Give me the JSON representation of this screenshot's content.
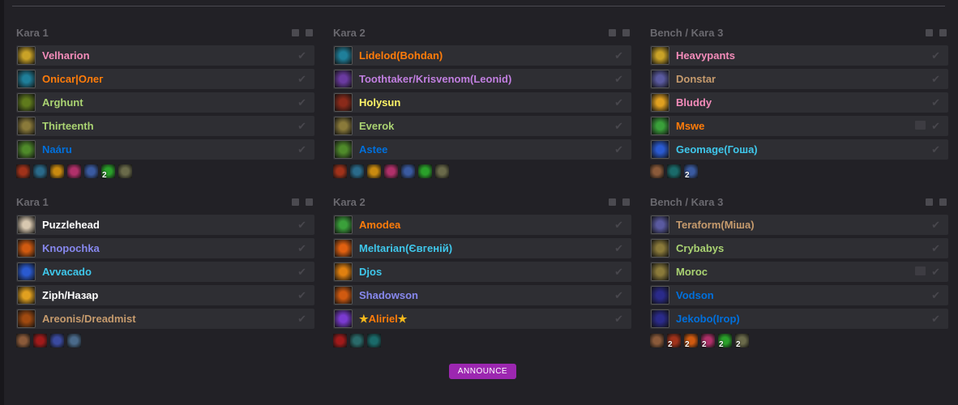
{
  "groups": [
    {
      "title": "Kara 1",
      "players": [
        {
          "name": "Velharion",
          "color": "#F48CBA",
          "icon": "#c9a227"
        },
        {
          "name": "Onicar|Олег",
          "color": "#FF7C0A",
          "icon": "#1f7f9a"
        },
        {
          "name": "Arghunt",
          "color": "#AAD372",
          "icon": "#5f7a1c"
        },
        {
          "name": "Thirteenth",
          "color": "#AAD372",
          "icon": "#8a7a3a"
        },
        {
          "name": "Naáru",
          "color": "#0070DD",
          "icon": "#4f8a2a"
        }
      ],
      "buffs": [
        {
          "color": "#a0321a",
          "count": ""
        },
        {
          "color": "#2a6a8a",
          "count": ""
        },
        {
          "color": "#c98a10",
          "count": ""
        },
        {
          "color": "#b0306a",
          "count": ""
        },
        {
          "color": "#3a5aa0",
          "count": ""
        },
        {
          "color": "#2aa02a",
          "count": "2"
        },
        {
          "color": "#6a6a4a",
          "count": ""
        }
      ]
    },
    {
      "title": "Kara 2",
      "players": [
        {
          "name": "Lidelod(Bohdan)",
          "color": "#FF7C0A",
          "icon": "#1f7f9a"
        },
        {
          "name": "Toothtaker/Krisvenom(Leonid)",
          "color": "#C17FE0",
          "icon": "#6a3aa0"
        },
        {
          "name": "Holysun",
          "color": "#FFF468",
          "icon": "#8a2a1a"
        },
        {
          "name": "Everok",
          "color": "#AAD372",
          "icon": "#8a7a3a"
        },
        {
          "name": "Astee",
          "color": "#0070DD",
          "icon": "#4f8a2a"
        }
      ],
      "buffs": [
        {
          "color": "#a0321a",
          "count": ""
        },
        {
          "color": "#2a6a8a",
          "count": ""
        },
        {
          "color": "#c98a10",
          "count": ""
        },
        {
          "color": "#b0306a",
          "count": ""
        },
        {
          "color": "#3a5aa0",
          "count": ""
        },
        {
          "color": "#2aa02a",
          "count": ""
        },
        {
          "color": "#6a6a4a",
          "count": ""
        }
      ]
    },
    {
      "title": "Bench / Kara 3",
      "players": [
        {
          "name": "Heavypants",
          "color": "#F48CBA",
          "icon": "#c9a227"
        },
        {
          "name": "Donstar",
          "color": "#C69B6D",
          "icon": "#5a5aa0"
        },
        {
          "name": "Bluddy",
          "color": "#F48CBA",
          "icon": "#e0a020"
        },
        {
          "name": "Mswe",
          "color": "#FF7C0A",
          "icon": "#3aa03a",
          "comment": true
        },
        {
          "name": "Geomage(Гоша)",
          "color": "#3FC7EB",
          "icon": "#2a5ad0"
        }
      ],
      "buffs": [
        {
          "color": "#8a5a3a",
          "count": ""
        },
        {
          "color": "#1a6a6a",
          "count": ""
        },
        {
          "color": "#3a5aa0",
          "count": "2"
        }
      ]
    },
    {
      "title": "Kara 1",
      "players": [
        {
          "name": "Puzzlehead",
          "color": "#FFFFFF",
          "icon": "#d8c8b0"
        },
        {
          "name": "Knopochka",
          "color": "#8788EE",
          "icon": "#d05a10"
        },
        {
          "name": "Avvacado",
          "color": "#3FC7EB",
          "icon": "#2a5ad0"
        },
        {
          "name": "Ziph/Назар",
          "color": "#FFFFFF",
          "icon": "#e0a020"
        },
        {
          "name": "Areonis/Dreadmist",
          "color": "#C69B6D",
          "icon": "#a04a10"
        }
      ],
      "buffs": [
        {
          "color": "#8a5a3a",
          "count": ""
        },
        {
          "color": "#a01a1a",
          "count": ""
        },
        {
          "color": "#3a4aa0",
          "count": ""
        },
        {
          "color": "#4a6a8a",
          "count": ""
        }
      ]
    },
    {
      "title": "Kara 2",
      "players": [
        {
          "name": "Amodea",
          "color": "#FF7C0A",
          "icon": "#3aa03a"
        },
        {
          "name": "Meltarian(Євгеній)",
          "color": "#3FC7EB",
          "icon": "#e06010"
        },
        {
          "name": "Djos",
          "color": "#3FC7EB",
          "icon": "#e08010"
        },
        {
          "name": "Shadowson",
          "color": "#8788EE",
          "icon": "#d05a10"
        },
        {
          "name": "Aliriel",
          "color": "#FF7C0A",
          "icon": "#7a3ad0",
          "stars": true
        }
      ],
      "buffs": [
        {
          "color": "#a01a1a",
          "count": ""
        },
        {
          "color": "#2a6a6a",
          "count": ""
        },
        {
          "color": "#1a6a6a",
          "count": ""
        }
      ]
    },
    {
      "title": "Bench / Kara 3",
      "players": [
        {
          "name": "Teraform(Міша)",
          "color": "#C69B6D",
          "icon": "#5a5aa0"
        },
        {
          "name": "Crybabys",
          "color": "#AAD372",
          "icon": "#8a7a3a"
        },
        {
          "name": "Moroc",
          "color": "#AAD372",
          "icon": "#8a7a3a",
          "comment": true
        },
        {
          "name": "Vodson",
          "color": "#0070DD",
          "icon": "#2a2a8a"
        },
        {
          "name": "Jekobo(Irop)",
          "color": "#0070DD",
          "icon": "#2a2a8a"
        }
      ],
      "buffs": [
        {
          "color": "#8a5a3a",
          "count": ""
        },
        {
          "color": "#a0321a",
          "count": "2"
        },
        {
          "color": "#d05a10",
          "count": "2"
        },
        {
          "color": "#b0306a",
          "count": "2"
        },
        {
          "color": "#2aa02a",
          "count": "2"
        },
        {
          "color": "#6a6a4a",
          "count": "2"
        }
      ]
    }
  ],
  "star": "★",
  "check": "✔",
  "announce_label": "ANNOUNCE"
}
